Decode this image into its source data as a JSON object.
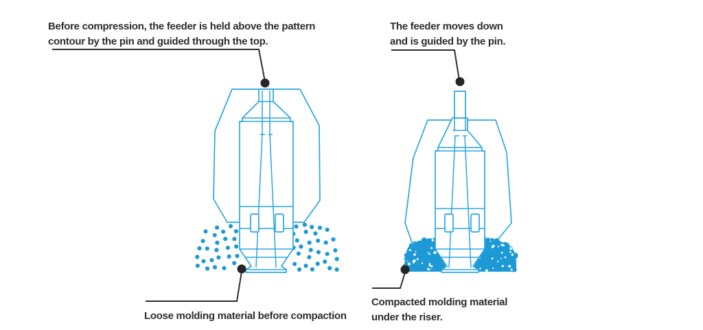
{
  "figure": {
    "background": "#ffffff",
    "colors": {
      "line_blue": "#2AA5E1",
      "material_blue": "#1D99D6",
      "ink": "#2d2d2d"
    },
    "annotations": {
      "top_left": {
        "lines": [
          "Before compression, the feeder is held above the pattern",
          "contour by the pin and guided through the top."
        ]
      },
      "top_right": {
        "lines": [
          "The feeder moves down",
          "and is guided by the pin."
        ]
      },
      "bottom_left": {
        "lines": [
          "Loose molding material before compaction"
        ]
      },
      "bottom_right": {
        "lines": [
          "Compacted molding material",
          "under the riser."
        ]
      }
    }
  }
}
